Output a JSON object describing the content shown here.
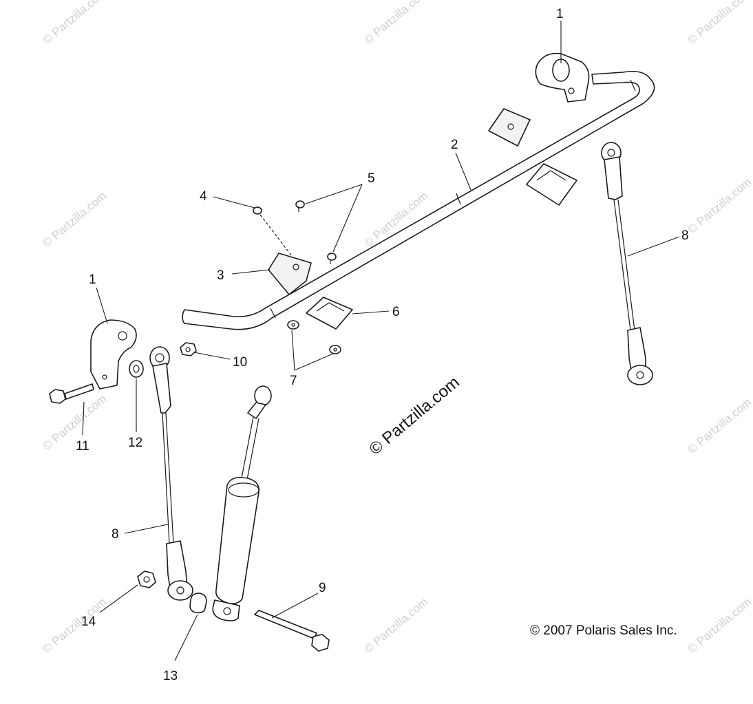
{
  "callouts": {
    "c1_top": "1",
    "c1_left": "1",
    "c2": "2",
    "c3": "3",
    "c4": "4",
    "c5": "5",
    "c6": "6",
    "c7": "7",
    "c8_right": "8",
    "c8_left": "8",
    "c9": "9",
    "c10": "10",
    "c11": "11",
    "c12": "12",
    "c13": "13",
    "c14": "14"
  },
  "watermark": {
    "main": "© Partzilla.com",
    "tile": "© Partzilla.com"
  },
  "copyright": "© 2007 Polaris Sales Inc."
}
